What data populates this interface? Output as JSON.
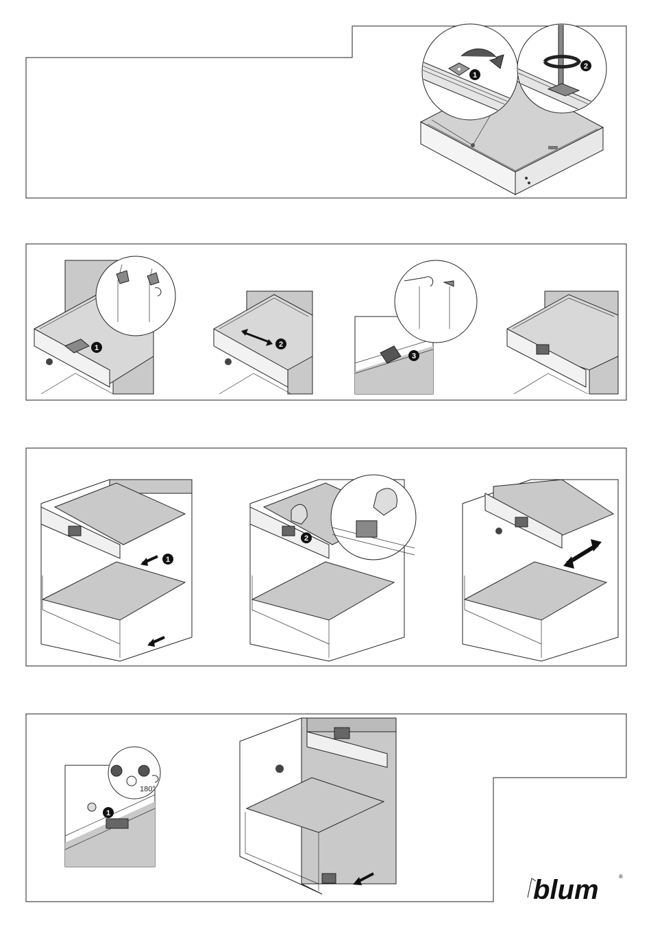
{
  "steps": {
    "s1": [
      "1",
      "2"
    ],
    "s2": [
      "1",
      "2",
      "3"
    ],
    "s3": [
      "1",
      "2"
    ],
    "s4": [
      "1"
    ]
  },
  "rotation_label": "180°",
  "brand": {
    "name": "blum",
    "mark": "®"
  },
  "colors": {
    "panel_gray": "#c9c9c9",
    "dark_gray": "#9a9a9a",
    "line": "#222222",
    "badge": "#111111"
  }
}
